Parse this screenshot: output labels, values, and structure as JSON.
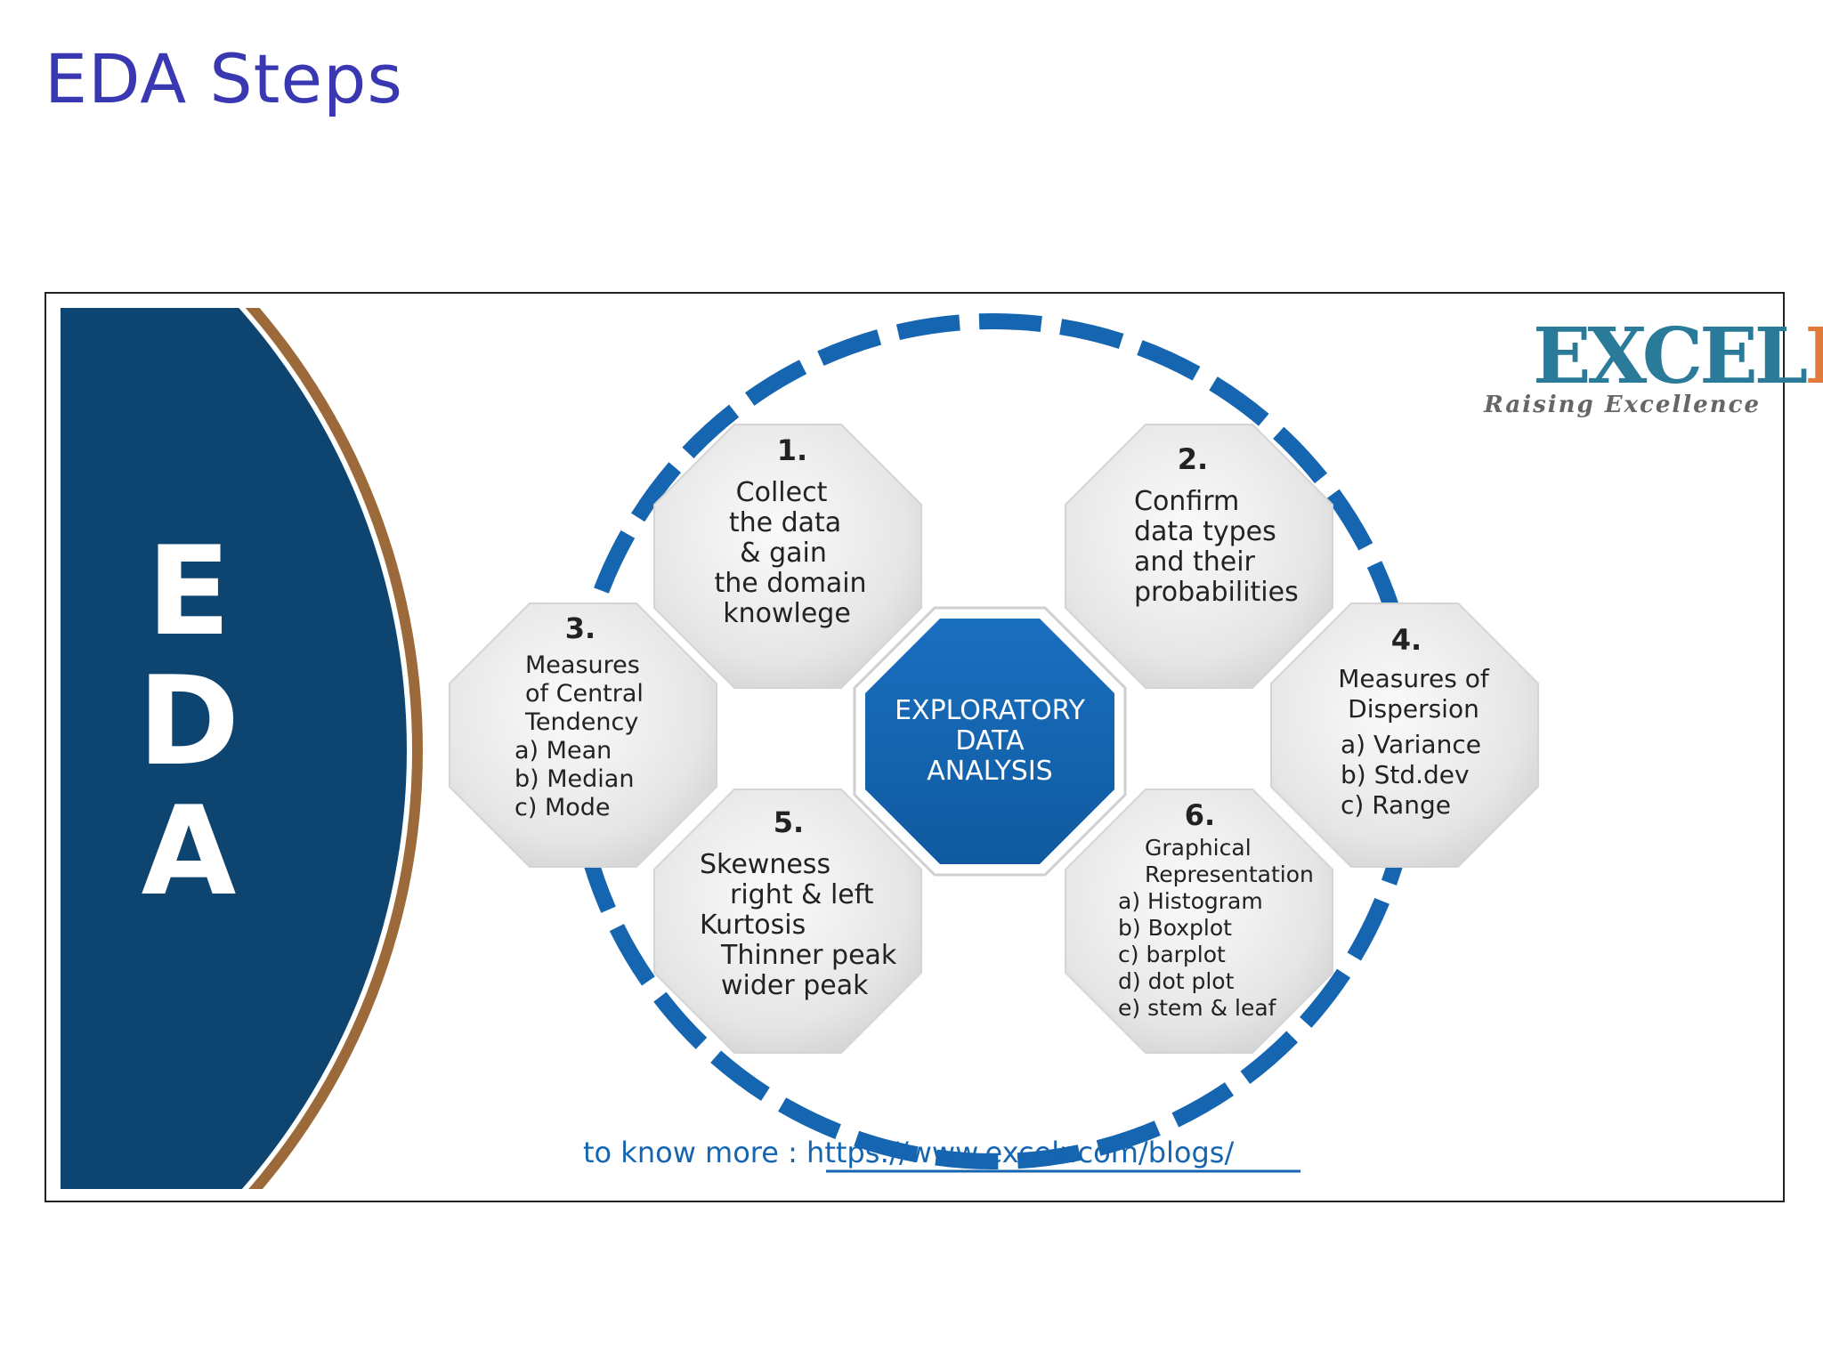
{
  "title": "EDA Steps",
  "side_banner": {
    "letters": [
      "E",
      "D",
      "A"
    ]
  },
  "logo": {
    "wordmark_a": "EXCEL",
    "wordmark_b": "R",
    "tagline": "Raising Excellence"
  },
  "center": {
    "lines": [
      "EXPLORATORY",
      "DATA",
      "ANALYSIS"
    ]
  },
  "steps": [
    {
      "number": "1.",
      "lines": [
        "Collect",
        "the data",
        "& gain",
        "the domain",
        "knowlege"
      ]
    },
    {
      "number": "2.",
      "lines": [
        "Confirm",
        "data types",
        "and their",
        "probabilities"
      ]
    },
    {
      "number": "3.",
      "lines": [
        "Measures",
        "of Central",
        "Tendency",
        "a) Mean",
        "b) Median",
        "c) Mode"
      ]
    },
    {
      "number": "4.",
      "lines": [
        "Measures of",
        "Dispersion",
        "a) Variance",
        "b) Std.dev",
        "c) Range"
      ]
    },
    {
      "number": "5.",
      "lines": [
        "Skewness",
        "right & left",
        "Kurtosis",
        "Thinner peak",
        "wider peak"
      ]
    },
    {
      "number": "6.",
      "lines": [
        "Graphical",
        "Representation",
        "a) Histogram",
        "b) Boxplot",
        "c) barplot",
        "d) dot plot",
        "e) stem & leaf"
      ]
    }
  ],
  "footer": {
    "prefix": "to know more : ",
    "link": "https://www.excelr.com/blogs/"
  },
  "colors": {
    "title": "#3a37b3",
    "navy": "#0e4470",
    "brown": "#9c6a3a",
    "blue": "#1565b0",
    "logo_teal": "#2a7a9a",
    "logo_orange": "#e07a3a",
    "octagon": "#e8e8e8"
  }
}
